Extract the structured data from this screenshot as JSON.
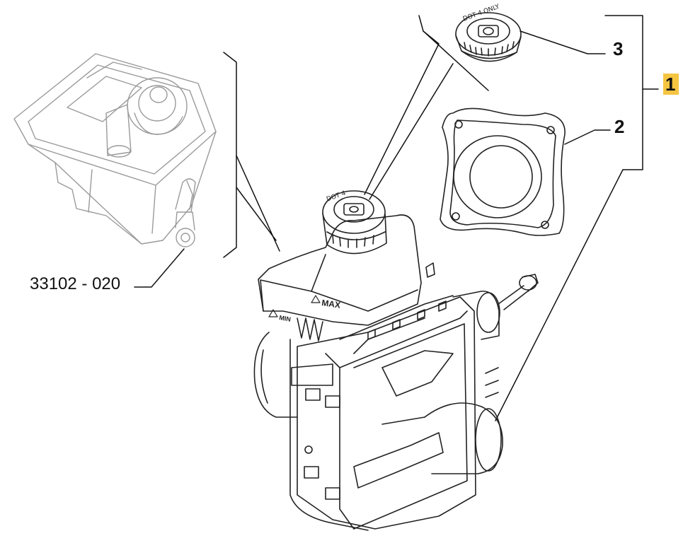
{
  "diagram": {
    "callouts": [
      {
        "id": "1",
        "label": "1",
        "highlight": "#f5c542"
      },
      {
        "id": "2",
        "label": "2"
      },
      {
        "id": "3",
        "label": "3"
      }
    ],
    "reference": {
      "label": "33102 - 020"
    },
    "reservoir_marks": {
      "max": "MAX",
      "min": "MIN"
    }
  }
}
